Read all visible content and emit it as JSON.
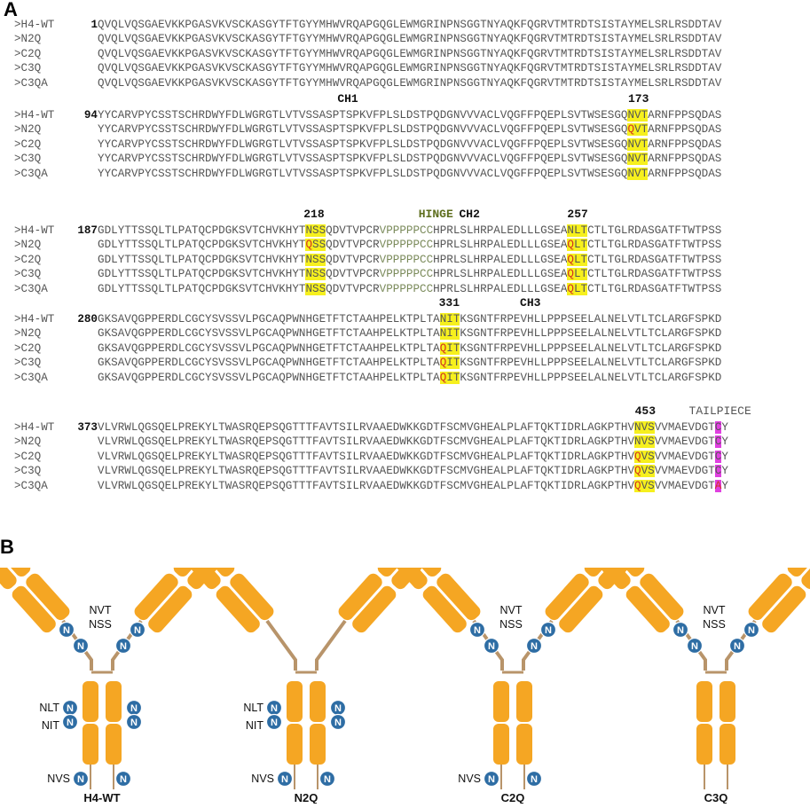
{
  "panel_a_label": "A",
  "panel_b_label": "B",
  "seq_names": [
    ">H4-WT",
    ">N2Q",
    ">C2Q",
    ">C3Q",
    ">C3QA"
  ],
  "blocks": [
    {
      "start": "1",
      "rows": [
        "QVQLVQSGAEVKKPGASVKVSCKASGYTFTGYYMHWVRQAPGQGLEWMGRINPNSGGTNYAQKFQGRVTMTRDTSISTAYMELSRLRSDDTAV",
        "QVQLVQSGAEVKKPGASVKVSCKASGYTFTGYYMHWVRQAPGQGLEWMGRINPNSGGTNYAQKFQGRVTMTRDTSISTAYMELSRLRSDDTAV",
        "QVQLVQSGAEVKKPGASVKVSCKASGYTFTGYYMHWVRQAPGQGLEWMGRINPNSGGTNYAQKFQGRVTMTRDTSISTAYMELSRLRSDDTAV",
        "QVQLVQSGAEVKKPGASVKVSCKASGYTFTGYYMHWVRQAPGQGLEWMGRINPNSGGTNYAQKFQGRVTMTRDTSISTAYMELSRLRSDDTAV",
        "QVQLVQSGAEVKKPGASVKVSCKASGYTFTGYYMHWVRQAPGQGLEWMGRINPNSGGTNYAQKFQGRVTMTRDTSISTAYMELSRLRSDDTAV"
      ]
    },
    {
      "start": "94",
      "labels": [
        {
          "text": "CH1"
        },
        {
          "text": "173"
        }
      ],
      "rows": [
        "YYCARVPYCSSTSCHRDWYFDLWGRGTLVTVSSASPTSPKVFPLSLDSTPQDGNVVVACLVQGFFPQEPLSVTWSESGQNVTARNFPPSQDAS",
        "YYCARVPYCSSTSCHRDWYFDLWGRGTLVTVSSASPTSPKVFPLSLDSTPQDGNVVVACLVQGFFPQEPLSVTWSESGQQVTARNFPPSQDAS",
        "YYCARVPYCSSTSCHRDWYFDLWGRGTLVTVSSASPTSPKVFPLSLDSTPQDGNVVVACLVQGFFPQEPLSVTWSESGQNVTARNFPPSQDAS",
        "YYCARVPYCSSTSCHRDWYFDLWGRGTLVTVSSASPTSPKVFPLSLDSTPQDGNVVVACLVQGFFPQEPLSVTWSESGQNVTARNFPPSQDAS",
        "YYCARVPYCSSTSCHRDWYFDLWGRGTLVTVSSASPTSPKVFPLSLDSTPQDGNVVVACLVQGFFPQEPLSVTWSESGQNVTARNFPPSQDAS"
      ]
    },
    {
      "start": "187",
      "labels": [
        {
          "text": "218"
        },
        {
          "text": "HINGE"
        },
        {
          "text": "CH2"
        },
        {
          "text": "257"
        }
      ],
      "rows": [
        "GDLYTTSSQLTLPATQCPDGKSVTCHVKHYTNSSQDVTVPCRVPPPPPCCHPRLSLHRPALEDLLLGSEANLTCTLTGLRDASGATFTWTPSS",
        "GDLYTTSSQLTLPATQCPDGKSVTCHVKHYTQSSQDVTVPCRVPPPPPCCHPRLSLHRPALEDLLLGSEAQLTCTLTGLRDASGATFTWTPSS",
        "GDLYTTSSQLTLPATQCPDGKSVTCHVKHYTNSSQDVTVPCRVPPPPPCCHPRLSLHRPALEDLLLGSEAQLTCTLTGLRDASGATFTWTPSS",
        "GDLYTTSSQLTLPATQCPDGKSVTCHVKHYTNSSQDVTVPCRVPPPPPCCHPRLSLHRPALEDLLLGSEAQLTCTLTGLRDASGATFTWTPSS",
        "GDLYTTSSQLTLPATQCPDGKSVTCHVKHYTNSSQDVTVPCRVPPPPPCCHPRLSLHRPALEDLLLGSEAQLTCTLTGLRDASGATFTWTPSS"
      ]
    },
    {
      "start": "280",
      "labels": [
        {
          "text": "331"
        },
        {
          "text": "CH3"
        }
      ],
      "rows": [
        "GKSAVQGPPERDLCGCYSVSSVLPGCAQPWNHGETFTCTAAHPELKTPLTANITKSGNTFRPEVHLLPPPSEELALNELVTLTCLARGFSPKD",
        "GKSAVQGPPERDLCGCYSVSSVLPGCAQPWNHGETFTCTAAHPELKTPLTANITKSGNTFRPEVHLLPPPSEELALNELVTLTCLARGFSPKD",
        "GKSAVQGPPERDLCGCYSVSSVLPGCAQPWNHGETFTCTAAHPELKTPLTAQITKSGNTFRPEVHLLPPPSEELALNELVTLTCLARGFSPKD",
        "GKSAVQGPPERDLCGCYSVSSVLPGCAQPWNHGETFTCTAAHPELKTPLTAQITKSGNTFRPEVHLLPPPSEELALNELVTLTCLARGFSPKD",
        "GKSAVQGPPERDLCGCYSVSSVLPGCAQPWNHGETFTCTAAHPELKTPLTAQITKSGNTFRPEVHLLPPPSEELALNELVTLTCLARGFSPKD"
      ]
    },
    {
      "start": "373",
      "labels": [
        {
          "text": "453"
        },
        {
          "text": "TAILPIECE"
        }
      ],
      "rows": [
        "VLVRWLQGSQELPREKYLTWASRQEPSQGTTTFAVTSILRVAAEDWKKGDTFSCMVGHEALPLAFTQKTIDRLAGKPTHVNVSVVMAEVDGTCY",
        "VLVRWLQGSQELPREKYLTWASRQEPSQGTTTFAVTSILRVAAEDWKKGDTFSCMVGHEALPLAFTQKTIDRLAGKPTHVNVSVVMAEVDGTCY",
        "VLVRWLQGSQELPREKYLTWASRQEPSQGTTTFAVTSILRVAAEDWKKGDTFSCMVGHEALPLAFTQKTIDRLAGKPTHVQVSVVMAEVDGTCY",
        "VLVRWLQGSQELPREKYLTWASRQEPSQGTTTFAVTSILRVAAEDWKKGDTFSCMVGHEALPLAFTQKTIDRLAGKPTHVQVSVVMAEVDGTCY",
        "VLVRWLQGSQELPREKYLTWASRQEPSQGTTTFAVTSILRVAAEDWKKGDTFSCMVGHEALPLAFTQKTIDRLAGKPTHVQVSVVMAEVDGTAY"
      ]
    }
  ],
  "antibodies": [
    {
      "name": "H4-WT",
      "left_labels": [
        "NVT",
        "NSS"
      ],
      "mid_labels": [
        "NLT",
        "NIT"
      ],
      "bottom_label": "NVS"
    },
    {
      "name": "N2Q",
      "left_labels": [],
      "mid_labels": [
        "NLT",
        "NIT"
      ],
      "bottom_label": "NVS"
    },
    {
      "name": "C2Q",
      "left_labels": [
        "NVT",
        "NSS"
      ],
      "mid_labels": [],
      "bottom_label": "NVS"
    },
    {
      "name": "C3Q",
      "left_labels": [
        "NVT",
        "NSS"
      ],
      "mid_labels": [],
      "bottom_label": ""
    }
  ],
  "glycan_glyph": "N",
  "colors": {
    "highlight_yellow": "#f6f01e",
    "highlight_magenta": "#e040e0",
    "mutation_red": "#d4301e",
    "antibody_orange": "#f5a623",
    "hinge_tan": "#b8946a",
    "glycan_blue": "#2e6da4"
  }
}
